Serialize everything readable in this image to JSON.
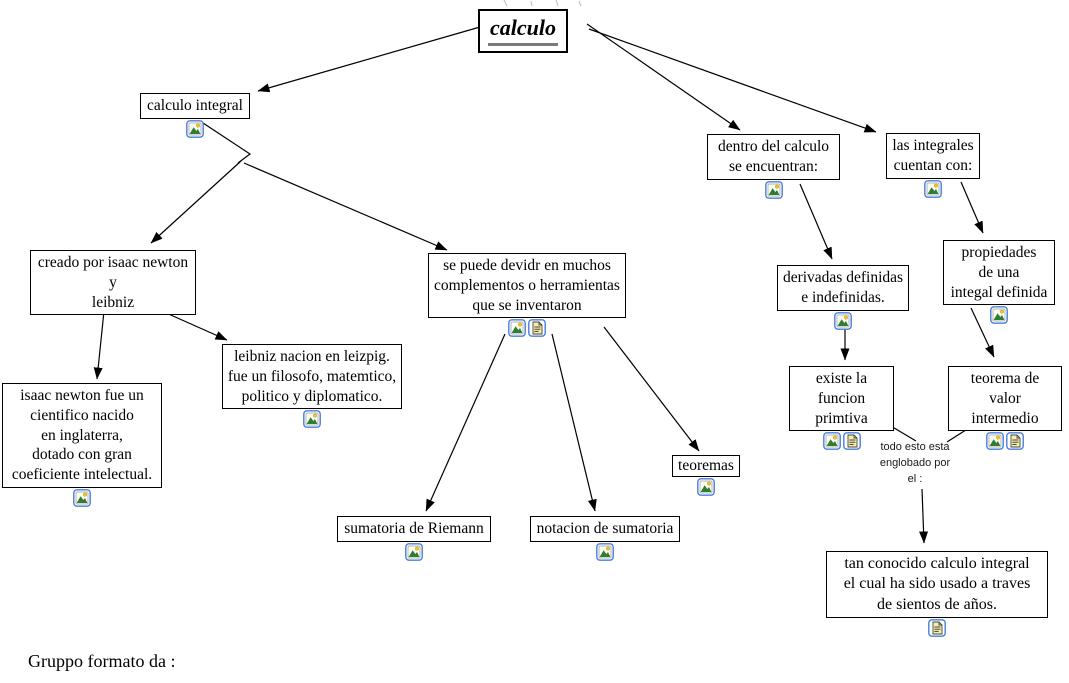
{
  "title": "calculo",
  "colors": {
    "background": "#ffffff",
    "box_border": "#000000",
    "line": "#000000",
    "title_underline": "#7a7a7a",
    "icon_border": "#4a7edb",
    "icon_mountain": "#2e7d32",
    "icon_sun": "#f5c926",
    "icon_page": "#f6efab"
  },
  "icon_names": [
    "image-resource-icon",
    "document-resource-icon"
  ],
  "nodes": {
    "calculo": {
      "label": "calculo",
      "icons": []
    },
    "calculo_integral": {
      "label": "calculo integral",
      "icons": [
        "image"
      ]
    },
    "dentro": {
      "label": "dentro del calculo\nse encuentran:",
      "icons": [
        "image"
      ]
    },
    "integrales": {
      "label": "las integrales\ncuentan con:",
      "icons": [
        "image"
      ]
    },
    "creado": {
      "label": "creado por isaac newton\ny\nleibniz",
      "icons": []
    },
    "sepuede": {
      "label": "se puede devidr en muchos\ncomplementos o herramientas\nque se inventaron",
      "icons": [
        "image",
        "document"
      ]
    },
    "newton": {
      "label": "isaac newton fue un\ncientifico nacido\nen inglaterra,\ndotado con gran\ncoeficiente intelectual.",
      "icons": [
        "image"
      ]
    },
    "leibniz": {
      "label": "leibniz nacion en leizpig.\nfue un filosofo, matemtico,\npolitico y diplomatico.",
      "icons": [
        "image"
      ]
    },
    "sumatoria": {
      "label": "sumatoria de Riemann",
      "icons": [
        "image"
      ]
    },
    "notacion": {
      "label": "notacion de sumatoria",
      "icons": [
        "image"
      ]
    },
    "teoremas": {
      "label": "teoremas",
      "icons": [
        "image"
      ]
    },
    "derivadas": {
      "label": "derivadas definidas\ne indefinidas.",
      "icons": [
        "image"
      ]
    },
    "propiedades": {
      "label": "propiedades\nde una\nintegal definida",
      "icons": [
        "image"
      ]
    },
    "existe": {
      "label": "existe la funcion\nprimtiva",
      "icons": [
        "image",
        "document"
      ]
    },
    "teorema_valor": {
      "label": "teorema de valor\nintermedio",
      "icons": [
        "image",
        "document"
      ]
    },
    "todo_label": {
      "label": "todo esto esta\nenglobado por\nel :",
      "icons": []
    },
    "tan_conocido": {
      "label": "tan conocido calculo integral\nel cual ha sido usado a traves\nde sientos de años.",
      "icons": [
        "document"
      ]
    }
  },
  "edges": [
    {
      "from": "calculo",
      "to": "calculo_integral"
    },
    {
      "from": "calculo",
      "to": "dentro"
    },
    {
      "from": "calculo",
      "to": "integrales"
    },
    {
      "from": "calculo_integral",
      "to": "creado"
    },
    {
      "from": "calculo_integral",
      "to": "sepuede"
    },
    {
      "from": "creado",
      "to": "newton"
    },
    {
      "from": "creado",
      "to": "leibniz"
    },
    {
      "from": "sepuede",
      "to": "sumatoria"
    },
    {
      "from": "sepuede",
      "to": "notacion"
    },
    {
      "from": "sepuede",
      "to": "teoremas"
    },
    {
      "from": "dentro",
      "to": "derivadas"
    },
    {
      "from": "integrales",
      "to": "propiedades"
    },
    {
      "from": "derivadas",
      "to": "existe"
    },
    {
      "from": "propiedades",
      "to": "teorema_valor"
    },
    {
      "from": "existe",
      "to": "todo_label"
    },
    {
      "from": "teorema_valor",
      "to": "todo_label"
    },
    {
      "from": "todo_label",
      "to": "tan_conocido"
    }
  ],
  "footer": {
    "credit": "Gruppo formato da :"
  }
}
